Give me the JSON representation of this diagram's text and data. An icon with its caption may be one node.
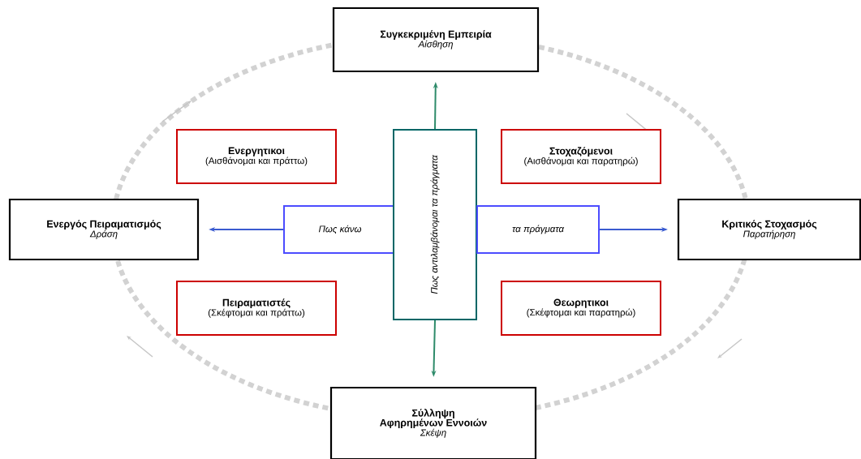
{
  "diagram": {
    "nodes": [
      {
        "text": [
          "Συγκεκριμένη Εμπειρία",
          "Αίσθηση"
        ]
      },
      {
        "text": [
          "Ενεργητικοι",
          "(Αισθάνομαι και πράττω)"
        ]
      },
      {
        "text": [
          "Στοχαζόμενοι",
          "(Αισθάνομαι και παρατηρώ)"
        ]
      },
      {
        "text": [
          "Ενεργός Πειραματισμός",
          "Δράση"
        ]
      },
      {
        "text": [
          "Πως κάνω"
        ]
      },
      {
        "text": [
          "Πως αντιλαμβάνομαι τα πράγματα"
        ]
      },
      {
        "text": [
          "τα πράγματα"
        ]
      },
      {
        "text": [
          "Κριτικός Στοχασμός",
          "Παρατήρηση"
        ]
      },
      {
        "text": [
          "Πειραματιστές",
          "(Σκέφτομαι και πράττω)"
        ]
      },
      {
        "text": [
          "Θεωρητικοι",
          "(Σκέφτομαι και παρατηρώ)"
        ]
      },
      {
        "text": [
          "Σύλληψη Αφηρημένων Εννοιών",
          "Σκέψη"
        ]
      }
    ],
    "edges": [
      {
        "from": 5,
        "to": 0,
        "arrow": "to",
        "color": "#2e8b6a"
      },
      {
        "from": 4,
        "to": 3,
        "arrow": "to",
        "color": "#3a5bd0"
      },
      {
        "from": 6,
        "to": 7,
        "arrow": "to",
        "color": "#3a5bd0"
      },
      {
        "from": 5,
        "to": 10,
        "arrow": "to",
        "color": "#2e8b6a"
      }
    ]
  }
}
